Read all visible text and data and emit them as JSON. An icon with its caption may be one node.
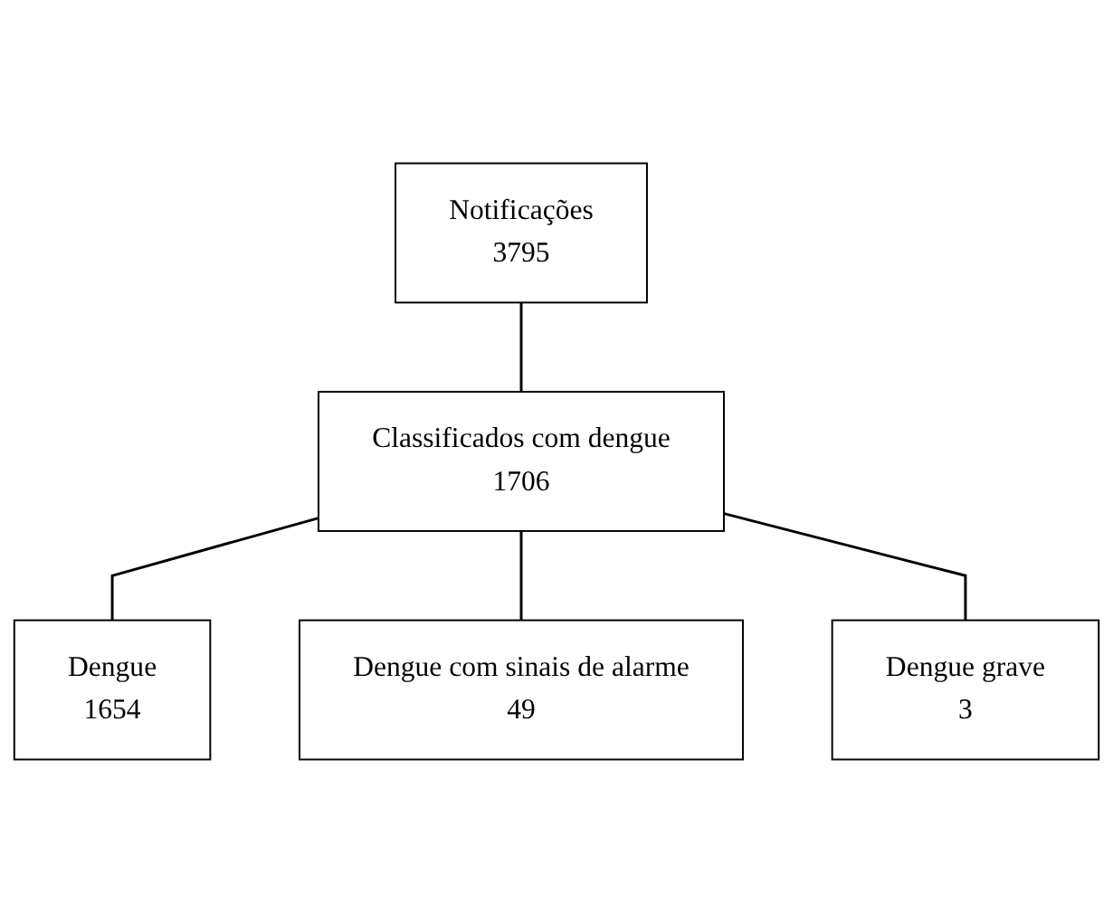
{
  "diagram": {
    "nodes": [
      {
        "text": [
          "Notificações",
          "3795"
        ]
      },
      {
        "text": [
          "Classificados com dengue",
          "1706"
        ]
      },
      {
        "text": [
          "Dengue",
          "1654"
        ]
      },
      {
        "text": [
          "Dengue grave",
          "3"
        ]
      },
      {
        "text": [
          "Dengue com sinais de alarme",
          "49"
        ]
      }
    ],
    "edges": [
      {
        "from": 0,
        "to": 1,
        "arrow": "none"
      },
      {
        "from": 1,
        "to": 2,
        "arrow": "none"
      },
      {
        "from": 1,
        "to": 4,
        "arrow": "none"
      },
      {
        "from": 1,
        "to": 3,
        "arrow": "none"
      }
    ]
  }
}
